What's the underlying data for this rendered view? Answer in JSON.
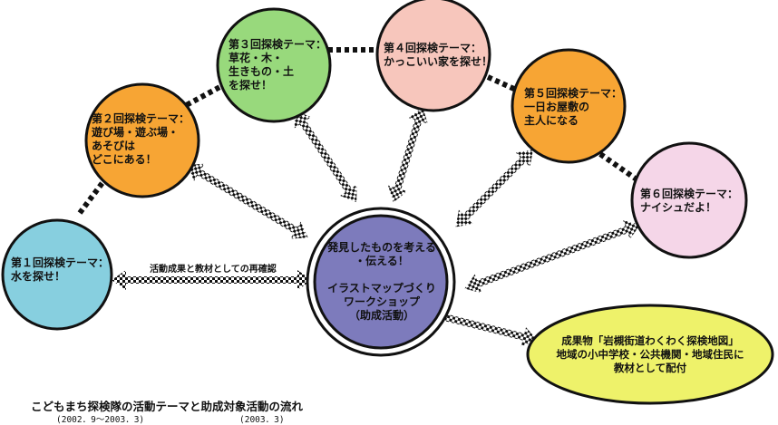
{
  "colors": {
    "theme1": "#87cfdf",
    "theme2": "#f7a534",
    "theme3": "#98d97c",
    "theme4": "#f7c6bc",
    "theme5": "#f7a534",
    "theme6": "#f5d6e8",
    "center": "#7d7bbc",
    "result": "#eef26a",
    "stroke": "#111111"
  },
  "nodes": {
    "theme1": "第１回探検テーマ：\n水を探せ！",
    "theme2": "第２回探検テーマ：\n遊び場・遊ぶ場・\nあそびは\nどこにある！",
    "theme3": "第３回探検テーマ：\n草花・木・\n生きもの・土\nを探せ！",
    "theme4": "第４回探検テーマ：\nかっこいい家を探せ！",
    "theme5": "第５回探検テーマ：\n一日お屋敷の\n主人になる",
    "theme6": "第６回探検テーマ：\nナイシュだよ！",
    "center": "発見したものを考える\n・伝える！\n\nイラストマップづくり\nワークショップ\n（助成活動）",
    "result": "成果物「岩槻街道わくわく探検地図」\n地域の小中学校・公共機関・地域住民に\n教材として配付"
  },
  "edge_label": "活動成果と教材としての再確認",
  "caption": {
    "title": "こどもまち探検隊の活動テーマと助成対象活動の流れ",
    "period_themes": "(2002．9～2003．3)",
    "period_workshop": "(2003．3)"
  }
}
